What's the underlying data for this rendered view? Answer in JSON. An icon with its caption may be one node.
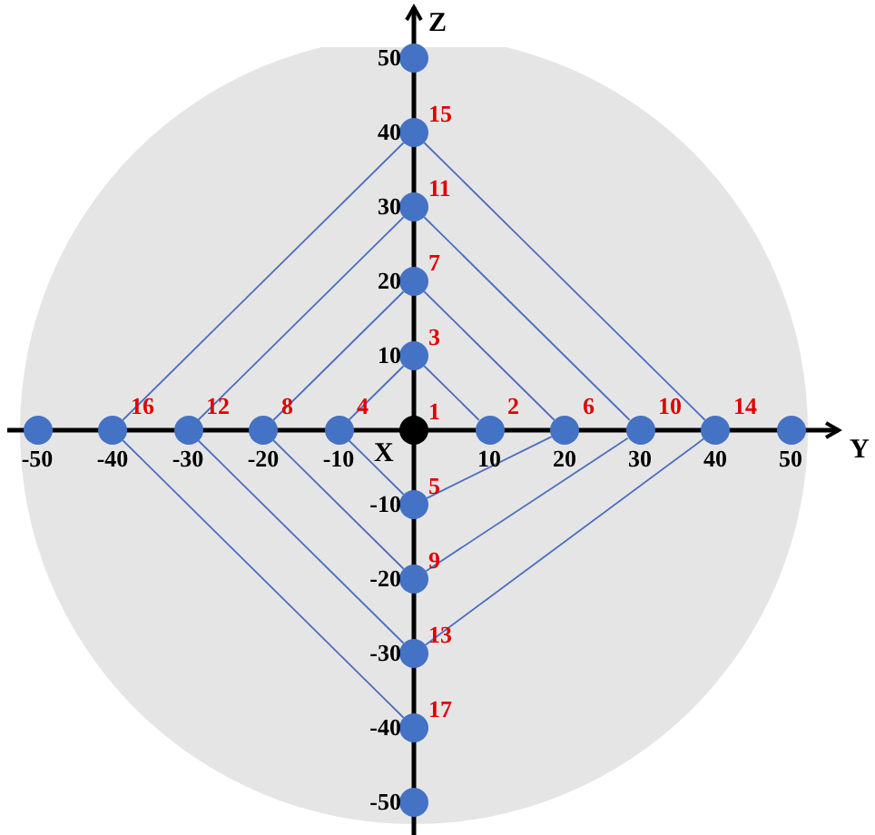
{
  "diagram": {
    "nodes": [
      {
        "text": [],
        "shape": "circle",
        "beside": [
          "50"
        ]
      },
      {
        "text": [],
        "shape": "circle",
        "beside": [
          "40",
          "15"
        ]
      },
      {
        "text": [],
        "shape": "circle",
        "beside": [
          "30",
          "11"
        ]
      },
      {
        "text": [],
        "shape": "circle",
        "beside": [
          "20",
          "7"
        ]
      },
      {
        "text": [],
        "shape": "circle",
        "beside": [
          "10",
          "3"
        ]
      },
      {
        "text": [],
        "shape": "circle",
        "beside": [
          "-50"
        ]
      },
      {
        "text": [],
        "shape": "circle",
        "beside": [
          "-40",
          "16"
        ]
      },
      {
        "text": [],
        "shape": "circle",
        "beside": [
          "-30",
          "12"
        ]
      },
      {
        "text": [],
        "shape": "circle",
        "beside": [
          "-20",
          "8"
        ]
      },
      {
        "text": [],
        "shape": "circle",
        "beside": [
          "-10",
          "4"
        ]
      },
      {
        "text": [],
        "shape": "circle",
        "beside": [
          "1"
        ]
      },
      {
        "text": [],
        "shape": "circle",
        "beside": [
          "10",
          "2"
        ]
      },
      {
        "text": [],
        "shape": "circle",
        "beside": [
          "20",
          "6"
        ]
      },
      {
        "text": [],
        "shape": "circle",
        "beside": [
          "30",
          "10"
        ]
      },
      {
        "text": [],
        "shape": "circle",
        "beside": [
          "40",
          "14"
        ]
      },
      {
        "text": [],
        "shape": "circle",
        "beside": [
          "50"
        ]
      },
      {
        "text": [],
        "shape": "circle",
        "beside": [
          "-10",
          "5"
        ]
      },
      {
        "text": [],
        "shape": "circle",
        "beside": [
          "-20",
          "9"
        ]
      },
      {
        "text": [],
        "shape": "circle",
        "beside": [
          "-30",
          "13"
        ]
      },
      {
        "text": [],
        "shape": "circle",
        "beside": [
          "-40",
          "17"
        ]
      },
      {
        "text": [],
        "shape": "circle",
        "beside": [
          "-50"
        ]
      }
    ],
    "edges": [
      {
        "from": 11,
        "to": 4,
        "arrow": "none"
      },
      {
        "from": 4,
        "to": 9,
        "arrow": "none"
      },
      {
        "from": 9,
        "to": 16,
        "arrow": "none"
      },
      {
        "from": 16,
        "to": 12,
        "arrow": "none"
      },
      {
        "from": 12,
        "to": 3,
        "arrow": "none"
      },
      {
        "from": 3,
        "to": 8,
        "arrow": "none"
      },
      {
        "from": 8,
        "to": 17,
        "arrow": "none"
      },
      {
        "from": 17,
        "to": 13,
        "arrow": "none"
      },
      {
        "from": 13,
        "to": 2,
        "arrow": "none"
      },
      {
        "from": 2,
        "to": 7,
        "arrow": "none"
      },
      {
        "from": 7,
        "to": 18,
        "arrow": "none"
      },
      {
        "from": 18,
        "to": 14,
        "arrow": "none"
      },
      {
        "from": 14,
        "to": 1,
        "arrow": "none"
      },
      {
        "from": 1,
        "to": 6,
        "arrow": "none"
      },
      {
        "from": 6,
        "to": 19,
        "arrow": "none"
      }
    ],
    "labels": [
      "Z",
      "Y",
      "X"
    ]
  }
}
